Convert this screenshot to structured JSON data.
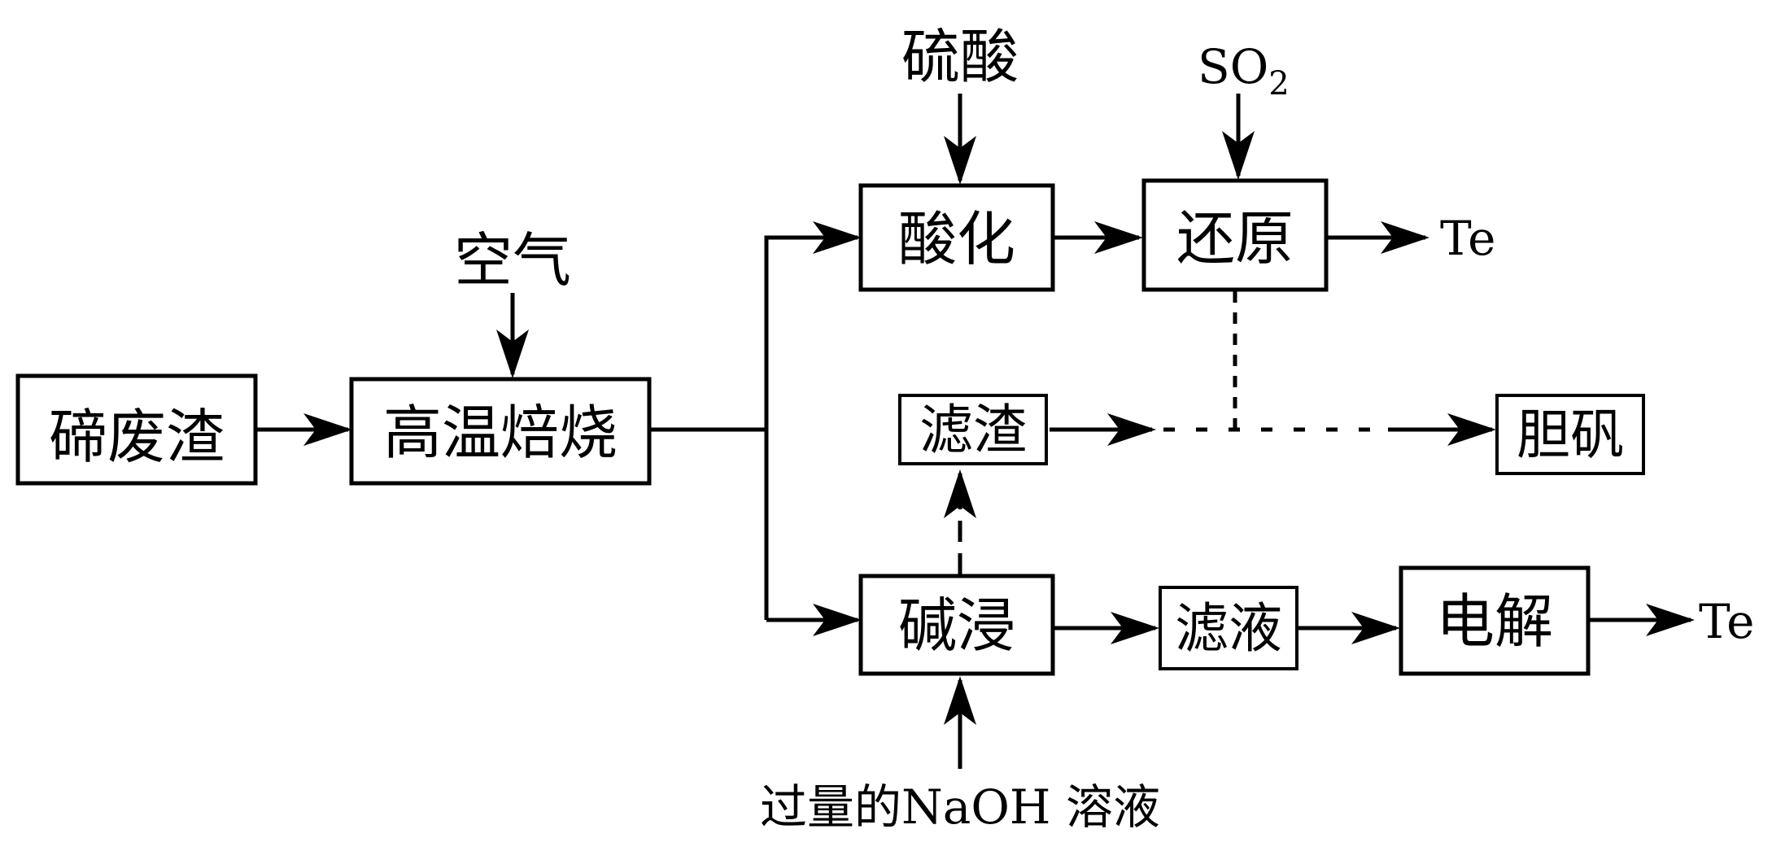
{
  "boxes": {
    "tellurium_slag": "碲废渣",
    "roasting": "高温焙烧",
    "acidify": "酸化",
    "reduce": "还原",
    "residue": "滤渣",
    "blue_vitriol": "胆矾",
    "alkali_leach": "碱浸",
    "filtrate": "滤液",
    "electrolysis": "电解"
  },
  "inputs": {
    "air": "空气",
    "sulfuric_acid": "硫酸",
    "so2_base": "SO",
    "so2_sub": "2",
    "naoh": "过量的NaOH 溶液"
  },
  "outputs": {
    "te_top": "Te",
    "te_bottom": "Te"
  }
}
